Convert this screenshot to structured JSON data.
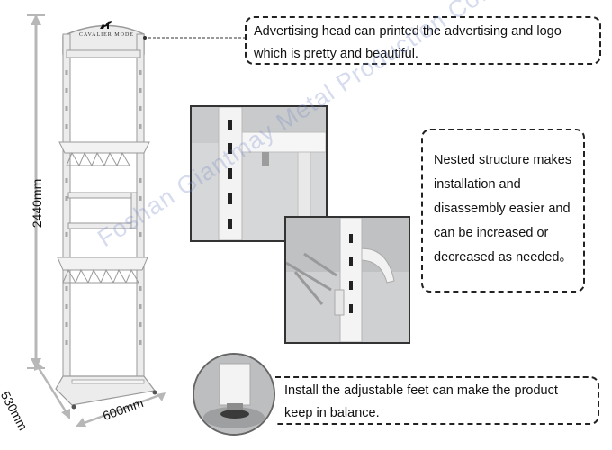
{
  "dimensions": {
    "height": "2440mm",
    "depth": "530mm",
    "width": "600mm"
  },
  "header_logo_text": "CAVALIER MODE",
  "callouts": {
    "advertising": "Advertising head can printed the advertising and logo which is pretty and beautiful.",
    "nested": "Nested structure makes installation and disassembly easier and can be increased or decreased as needed。",
    "feet": "Install the adjustable feet can make the product keep in balance."
  },
  "watermark": "Foshan Giantmay Metal Production Co., Ltd",
  "colors": {
    "frame": "#ececec",
    "frame_stroke": "#9a9a9a",
    "dim_line": "#b7b7b7",
    "border": "#222222"
  }
}
